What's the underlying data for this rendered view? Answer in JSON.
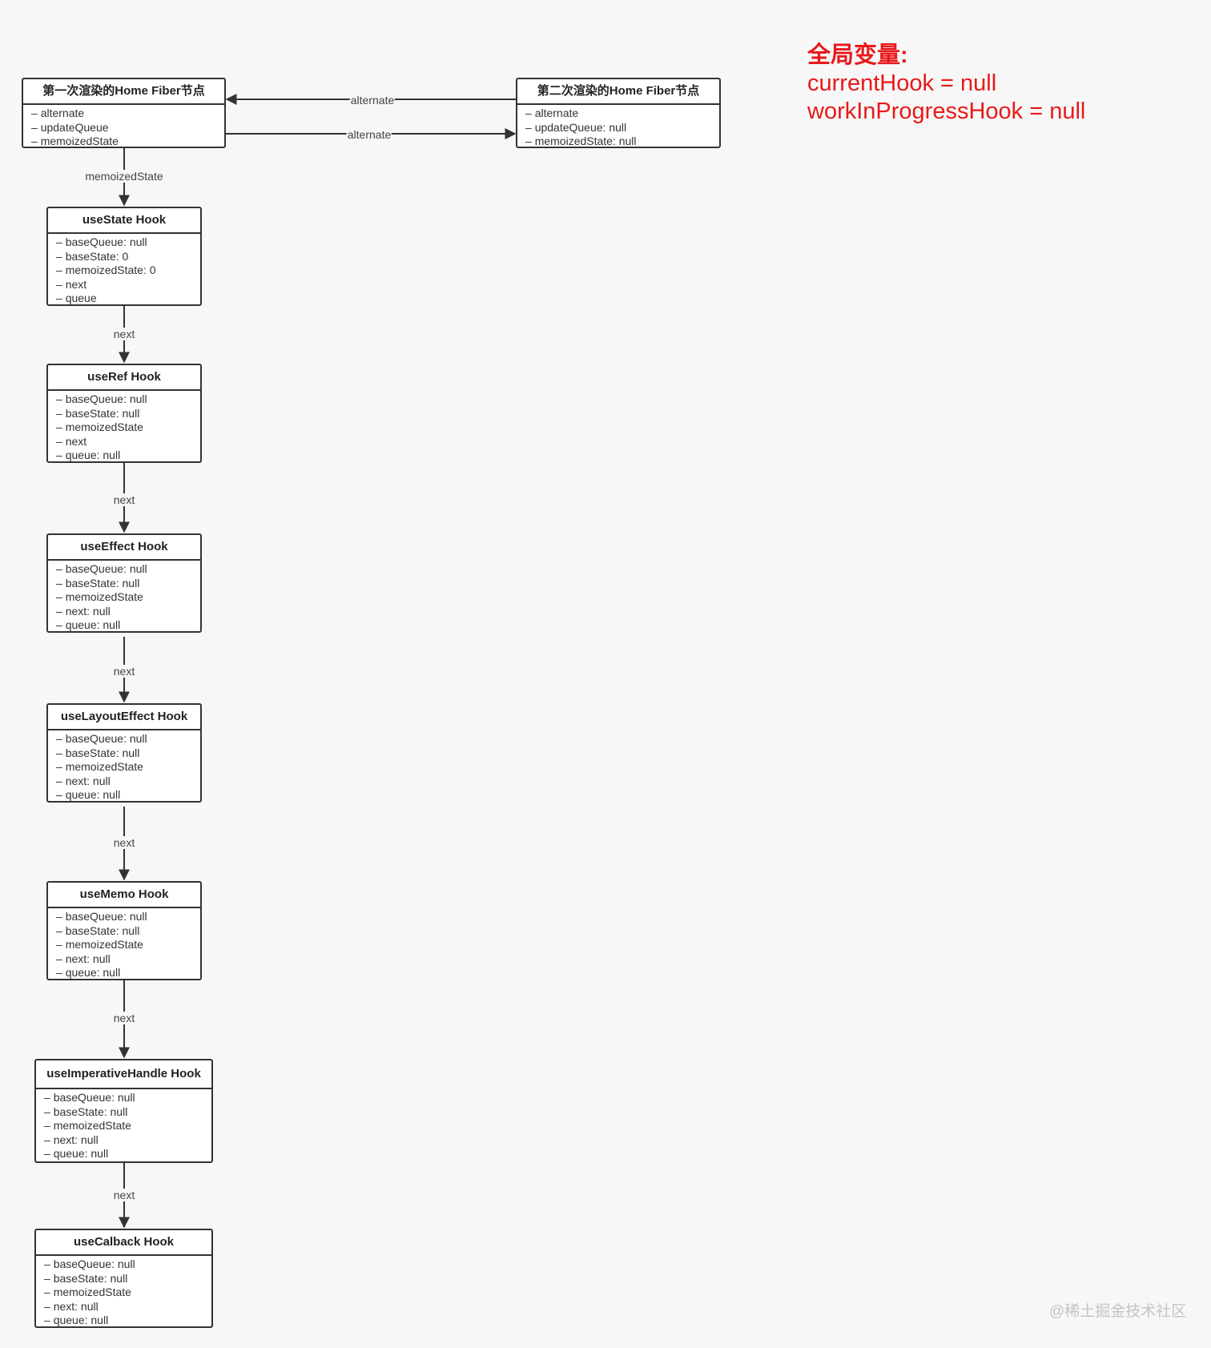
{
  "fiber_nodes": {
    "first": {
      "title": "第一次渲染的Home Fiber节点",
      "fields": [
        "alternate",
        "updateQueue",
        "memoizedState"
      ]
    },
    "second": {
      "title": "第二次渲染的Home Fiber节点",
      "fields": [
        "alternate",
        "updateQueue: null",
        "memoizedState: null"
      ]
    }
  },
  "edges": {
    "alternate_back": "alternate",
    "alternate_forward": "alternate",
    "memoized_state": "memoizedState",
    "next_1": "next",
    "next_2": "next",
    "next_3": "next",
    "next_4": "next",
    "next_5": "next",
    "next_6": "next"
  },
  "hooks": [
    {
      "title": "useState Hook",
      "fields": [
        "baseQueue: null",
        "baseState: 0",
        "memoizedState: 0",
        "next",
        "queue"
      ]
    },
    {
      "title": "useRef Hook",
      "fields": [
        "baseQueue: null",
        "baseState: null",
        "memoizedState",
        "next",
        "queue: null"
      ]
    },
    {
      "title": "useEffect Hook",
      "fields": [
        "baseQueue: null",
        "baseState: null",
        "memoizedState",
        "next: null",
        "queue: null"
      ]
    },
    {
      "title": "useLayoutEffect Hook",
      "fields": [
        "baseQueue: null",
        "baseState: null",
        "memoizedState",
        "next: null",
        "queue: null"
      ]
    },
    {
      "title": "useMemo Hook",
      "fields": [
        "baseQueue: null",
        "baseState: null",
        "memoizedState",
        "next: null",
        "queue: null"
      ]
    },
    {
      "title": "useImperativeHandle Hook",
      "fields": [
        "baseQueue: null",
        "baseState: null",
        "memoizedState",
        "next: null",
        "queue: null"
      ]
    },
    {
      "title": "useCalback Hook",
      "fields": [
        "baseQueue: null",
        "baseState: null",
        "memoizedState",
        "next: null",
        "queue: null"
      ]
    }
  ],
  "globals": {
    "title": "全局变量:",
    "current_hook": "currentHook = null",
    "wip_hook": "workInProgressHook = null"
  },
  "watermark": "@稀土掘金技术社区"
}
